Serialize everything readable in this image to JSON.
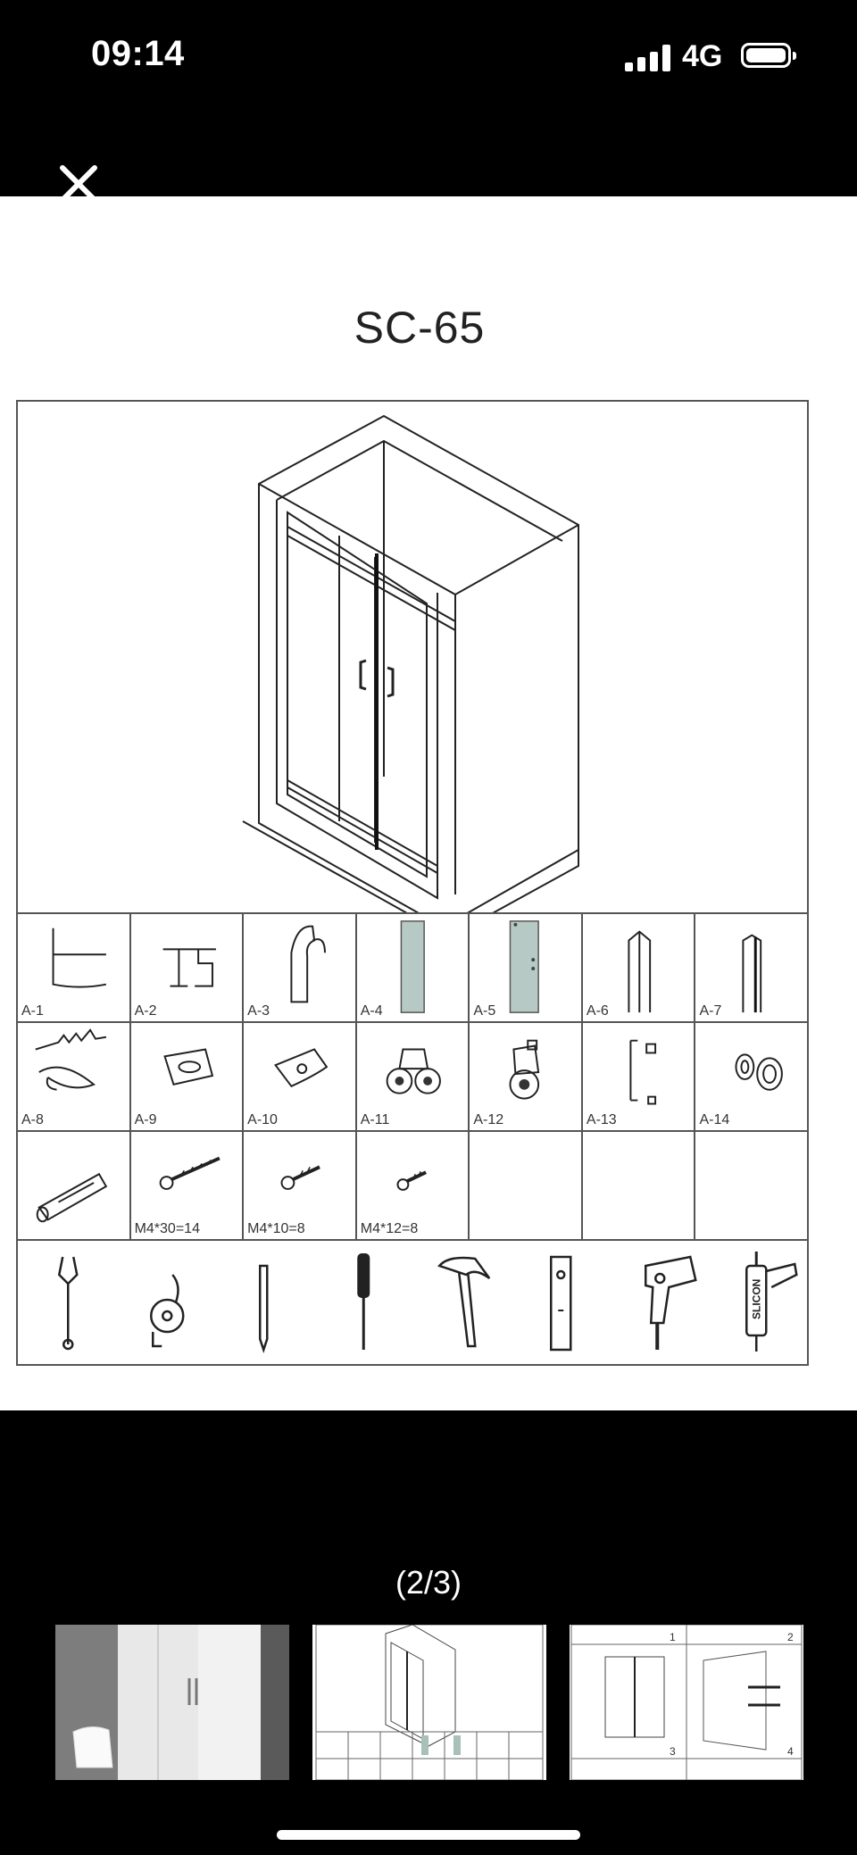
{
  "status_bar": {
    "time": "09:14",
    "network": "4G"
  },
  "document": {
    "title": "SC-65",
    "part_rows": [
      [
        {
          "id": "A-1",
          "kind": "angle"
        },
        {
          "id": "A-2",
          "kind": "bracket"
        },
        {
          "id": "A-3",
          "kind": "hook"
        },
        {
          "id": "A-4",
          "kind": "glass-panel"
        },
        {
          "id": "A-5",
          "kind": "glass-panel-holes"
        },
        {
          "id": "A-6",
          "kind": "profile"
        },
        {
          "id": "A-7",
          "kind": "profile-seal"
        }
      ],
      [
        {
          "id": "A-8",
          "kind": "seal-strip"
        },
        {
          "id": "A-9",
          "kind": "block"
        },
        {
          "id": "A-10",
          "kind": "stopper"
        },
        {
          "id": "A-11",
          "kind": "roller"
        },
        {
          "id": "A-12",
          "kind": "roller-single"
        },
        {
          "id": "A-13",
          "kind": "handle"
        },
        {
          "id": "A-14",
          "kind": "caps"
        }
      ],
      [
        {
          "id": "",
          "kind": "wall-plug"
        },
        {
          "id": "M4*30=14",
          "kind": "screw-large"
        },
        {
          "id": "M4*10=8",
          "kind": "screw-medium"
        },
        {
          "id": "M4*12=8",
          "kind": "screw-small"
        },
        {
          "id": "",
          "kind": "empty"
        },
        {
          "id": "",
          "kind": "empty"
        },
        {
          "id": "",
          "kind": "empty"
        }
      ]
    ],
    "tools": [
      "wrench-icon",
      "tape-measure-icon",
      "pencil-icon",
      "screwdriver-icon",
      "hammer-icon",
      "level-icon",
      "drill-icon",
      "silicone-gun-icon"
    ],
    "silicone_label": "SLICON"
  },
  "gallery": {
    "pager": "(2/3)",
    "thumbnails": [
      "photo-thumbnail",
      "parts-sheet-thumbnail",
      "assembly-steps-thumbnail"
    ],
    "step_numbers": [
      "1",
      "2",
      "3",
      "4"
    ]
  }
}
